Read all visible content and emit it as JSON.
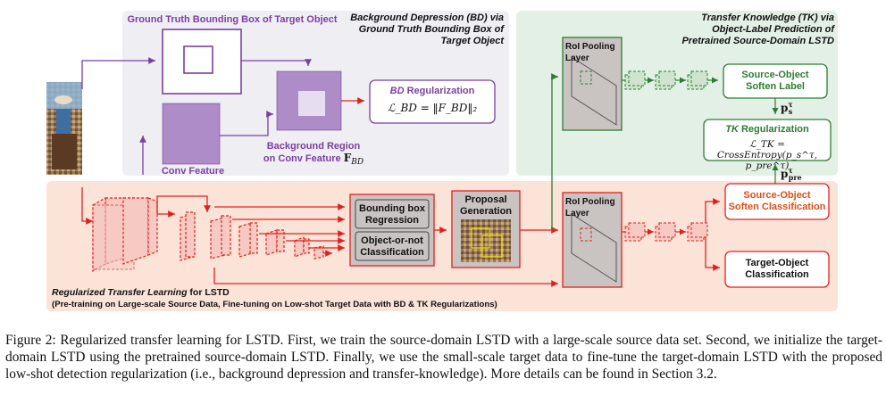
{
  "bd": {
    "title": "Background Depression (BD) via",
    "subtitle_l1": "Ground Truth Bounding Box of",
    "subtitle_l2": "Target Object",
    "gt_box_label": "Ground Truth Bounding Box of Target Object",
    "conv_feature_label": "Conv Feature",
    "bg_region_l1": "Background Region",
    "bg_region_l2": "on  Conv Feature",
    "bg_region_math": "F",
    "bg_region_sub": "BD",
    "reg_title_italic": "BD",
    "reg_title_rest": " Regularization",
    "reg_formula": "ℒ_BD = ‖F_BD‖₂"
  },
  "tk": {
    "title": "Transfer Knowledge (TK) via",
    "subtitle_l1": "Object-Label Prediction of",
    "subtitle_l2": "Pretrained Source-Domain LSTD",
    "roi_label": "RoI Pooling Layer",
    "soften_label_l1": "Source-Object",
    "soften_label_l2": "Soften Label",
    "ps_label": "p",
    "ps_sup": "τ",
    "ps_sub": "s",
    "reg_title_italic": "TK",
    "reg_title_rest": " Regularization",
    "reg_formula": "ℒ_TK = CrossEntropy(p_s^τ, p_pre^τ)",
    "ppre_label": "p",
    "ppre_sup": "τ",
    "ppre_sub": "pre"
  },
  "rtl": {
    "bbox_l1": "Bounding box",
    "bbox_l2": "Regression",
    "obj_l1": "Object-or-not",
    "obj_l2": "Classification",
    "proposal_l1": "Proposal",
    "proposal_l2": "Generation",
    "roi_label": "RoI Pooling Layer",
    "src_cls_l1": "Source-Object",
    "src_cls_l2": "Soften Classification",
    "tgt_cls_l1": "Target-Object",
    "tgt_cls_l2": "Classification",
    "footer_title_italic": "Regularized Transfer Learning",
    "footer_title_rest": " for LSTD",
    "footer_sub": "(Pre-training on Large-scale Source Data,  Fine-tuning on Low-shot Target Data with BD & TK Regularizations)"
  },
  "caption": "Figure 2: Regularized transfer learning for LSTD. First, we train the source-domain LSTD with a large-scale source data set. Second, we initialize the target-domain LSTD using the pretrained source-domain LSTD. Finally, we use the small-scale target data to fine-tune the target-domain LSTD with the proposed low-shot detection regularization (i.e., background depression and transfer-knowledge). More details can be found in Section 3.2.",
  "colors": {
    "bd_panel": "#efeef3",
    "tk_panel": "#e3f0e6",
    "rtl_panel": "#fbe3d7",
    "purple": "#7b3fa1",
    "purple_fill": "#ad8cc7",
    "green": "#2e7d32",
    "red": "#e02020",
    "orange_text": "#d94f1a",
    "gray_box": "#c9c4c1"
  }
}
